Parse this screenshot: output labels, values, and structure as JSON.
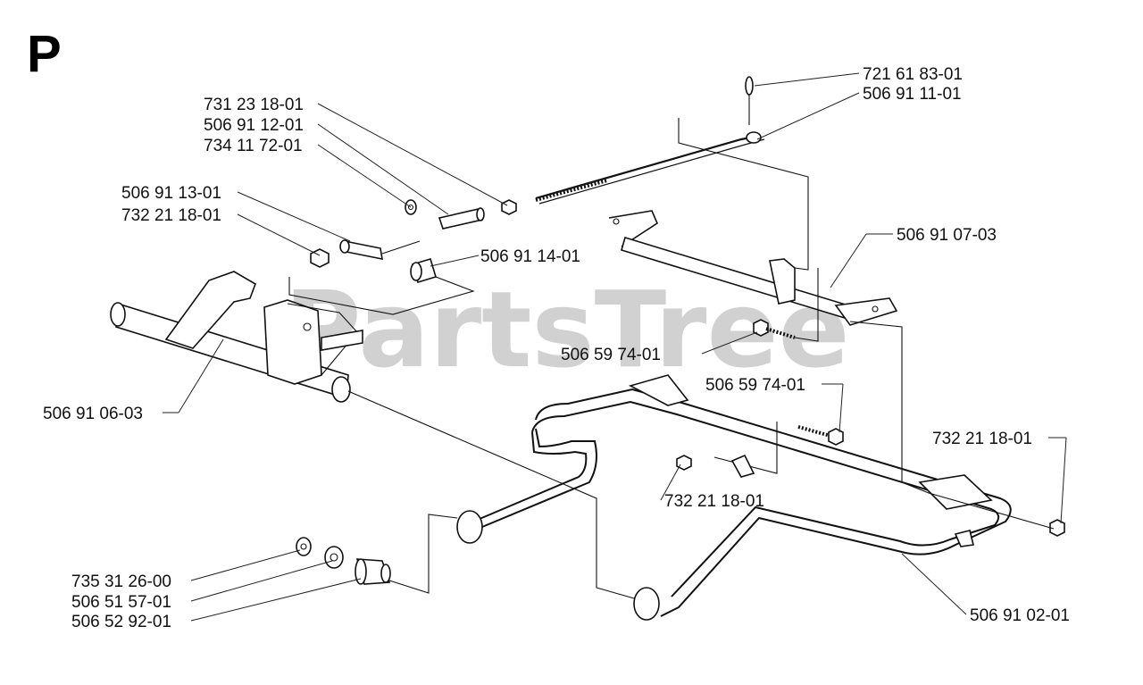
{
  "section_letter": "P",
  "watermark": "PartsTree",
  "labels": {
    "l01": "721 61 83-01",
    "l02": "506 91 11-01",
    "l03": "731 23 18-01",
    "l04": "506 91 12-01",
    "l05": "734 11 72-01",
    "l06": "506 91 13-01",
    "l07": "732 21 18-01",
    "l08": "506 91 14-01",
    "l09": "506 91 07-03",
    "l10": "506 59 74-01",
    "l11": "506 59 74-01",
    "l12": "732 21 18-01",
    "l13": "506 91 06-03",
    "l14": "732 21 18-01",
    "l15": "735 31 26-00",
    "l16": "506 51 57-01",
    "l17": "506 52 92-01",
    "l18": "506 91 02-01"
  }
}
